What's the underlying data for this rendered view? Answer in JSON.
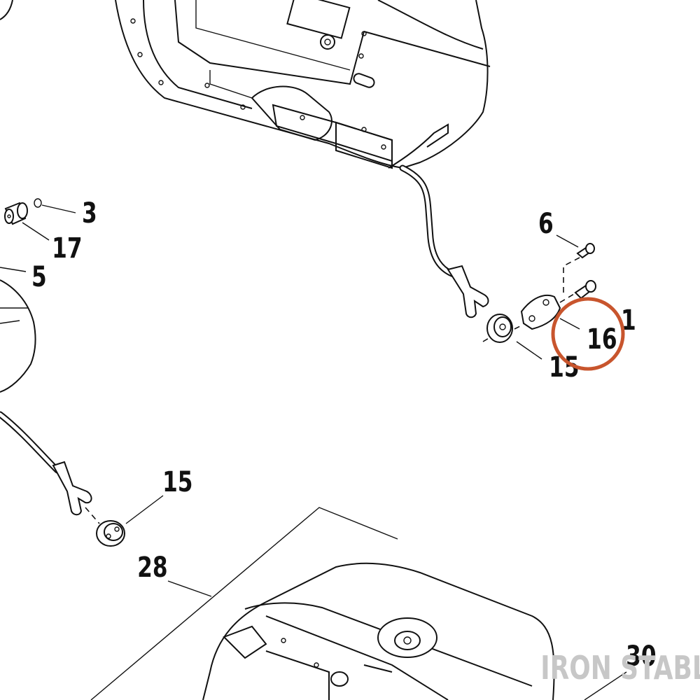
{
  "diagram": {
    "callouts": {
      "c1": "1",
      "c3": "3",
      "c5": "5",
      "c6": "6",
      "c15a": "15",
      "c15b": "15",
      "c16": "16",
      "c17": "17",
      "c28": "28",
      "c30": "30"
    },
    "highlight": {
      "target": "16",
      "color": "#C8552D"
    },
    "watermark": {
      "text": "IRON STABLE",
      "color": "#C7C7C7"
    }
  }
}
